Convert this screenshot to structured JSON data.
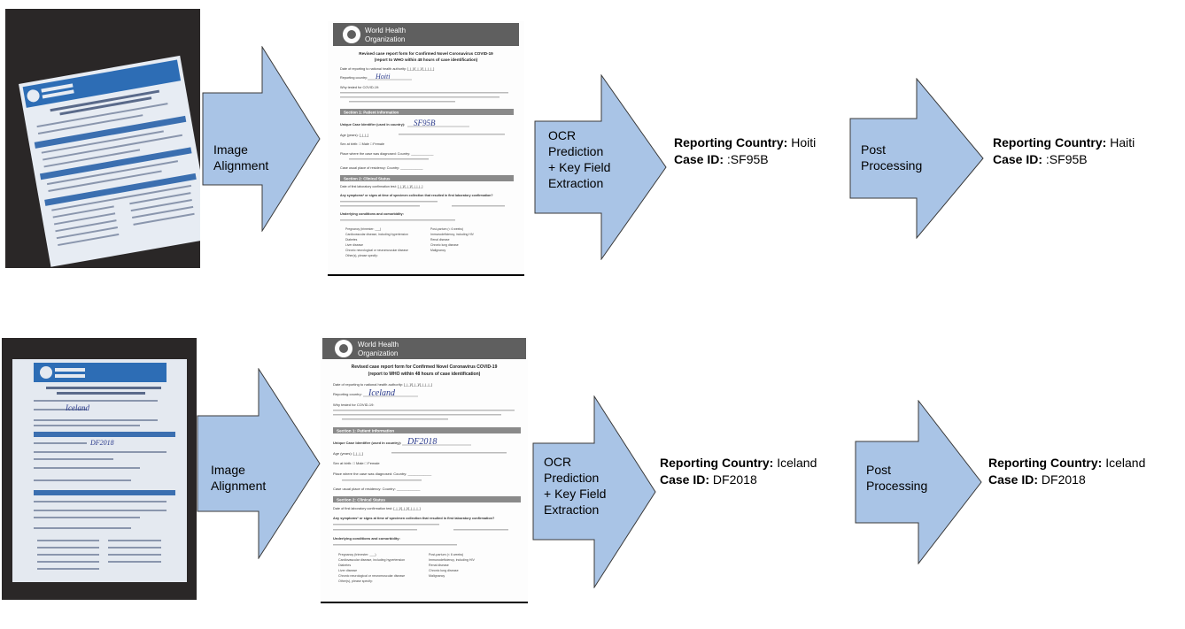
{
  "form": {
    "org_name": [
      "World Health",
      "Organization"
    ],
    "title_line1": "Revised case report form for Confirmed Novel Coronavirus COVID-19",
    "title_line2": "(report to WHO within 48 hours of case identification)",
    "date_label": "Date of reporting to national health authority: [_|_]/[_|_]/[_|_|_|_]",
    "country_label": "Reporting country:",
    "why_label": "Why tested for COVID-19:",
    "section1": "Section 1: Patient information",
    "uid_label": "Unique Case Identifier (used in country):",
    "age_label": "Age (years): [_|_|_]",
    "sex_label": "Sex at birth:  □ Male   □ Female",
    "place_label": "Place where the case was diagnosed: Country: ____________",
    "resid_label": "Case usual place of residency: Country: ____________",
    "section2": "Section 2: Clinical Status",
    "collect_label": "Date of first laboratory confirmation test: [_|_]/[_|_]/[_|_|_|_]",
    "symptoms_label": "Any symptoms* or signs at time of specimen collection that resulted in first laboratory confirmation?",
    "underlying_label": "Underlying conditions and comorbidity:",
    "cond_left": [
      "Pregnancy (trimester: ___)",
      "Cardiovascular disease, including hypertension",
      "Diabetes",
      "Liver disease",
      "Chronic neurological or neuromuscular disease",
      "Other(s), please specify:"
    ],
    "cond_right": [
      "Post-partum (< 6 weeks)",
      "Immunodeficiency, including HIV",
      "Renal disease",
      "Chronic lung disease",
      "Malignancy"
    ]
  },
  "rows": [
    {
      "handwritten_country": "Hoiti",
      "handwritten_id": "SF95B",
      "steps": [
        {
          "label": "Image\nAlignment"
        },
        {
          "label": "OCR\nPrediction\n+ Key Field\nExtraction"
        },
        {
          "label": "Post\nProcessing"
        }
      ],
      "ocr_result": {
        "country_key": "Reporting Country:",
        "country_val": "Hoiti",
        "case_key": "Case ID:",
        "case_val": ":SF95B"
      },
      "final_result": {
        "country_key": "Reporting Country:",
        "country_val": "Haiti",
        "case_key": "Case ID:",
        "case_val": ":SF95B"
      }
    },
    {
      "handwritten_country": "Iceland",
      "handwritten_id": "DF2018",
      "steps": [
        {
          "label": "Image\nAlignment"
        },
        {
          "label": "OCR\nPrediction\n+ Key Field\nExtraction"
        },
        {
          "label": "Post\nProcessing"
        }
      ],
      "ocr_result": {
        "country_key": "Reporting Country:",
        "country_val": "Iceland",
        "case_key": "Case ID:",
        "case_val": "DF2018"
      },
      "final_result": {
        "country_key": "Reporting Country:",
        "country_val": "Iceland",
        "case_key": "Case ID:",
        "case_val": "DF2018"
      }
    }
  ],
  "colors": {
    "arrow_fill": "#a9c4e6",
    "arrow_stroke": "#3a3a3a",
    "form_banner": "#2d6db5",
    "section_bar": "#3b6fb0",
    "photo_bg": "#2a2727",
    "handwriting": "#2b3b8c"
  }
}
